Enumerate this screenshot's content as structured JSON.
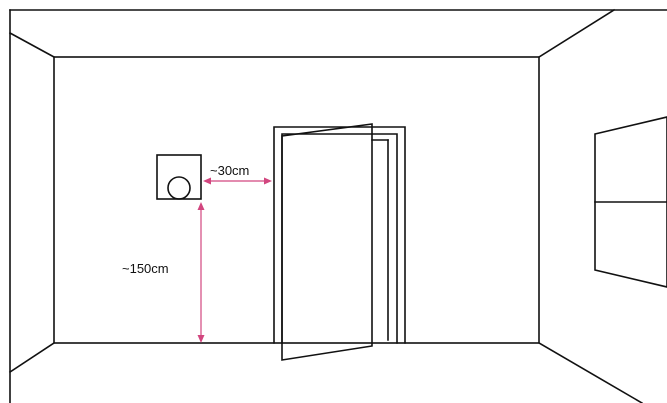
{
  "annotations": {
    "horizontal_distance": "~30cm",
    "vertical_height": "~150cm"
  },
  "colors": {
    "line": "#111111",
    "dimension": "#d2467f",
    "background": "#ffffff"
  },
  "objects": [
    "room",
    "thermostat",
    "door",
    "window"
  ]
}
